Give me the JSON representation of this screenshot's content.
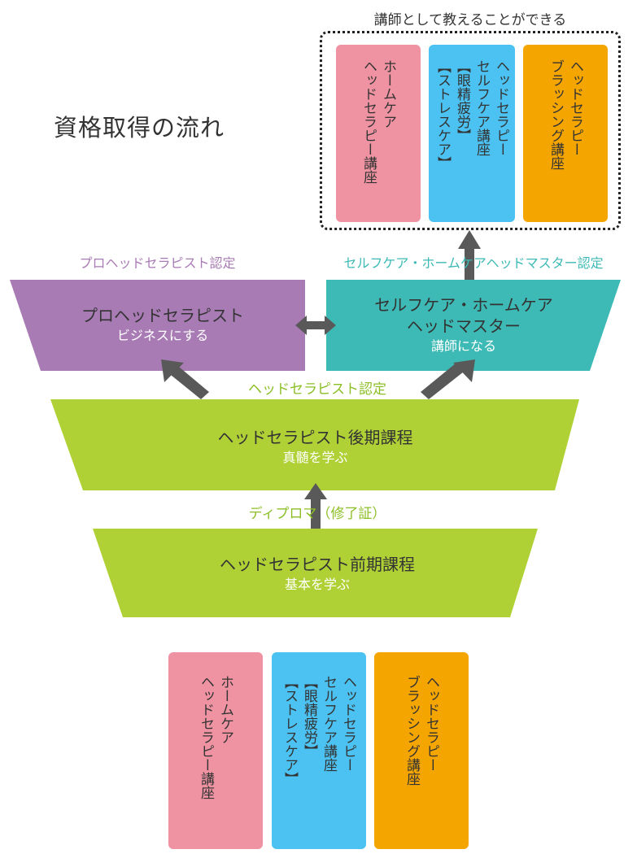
{
  "title": "資格取得の流れ",
  "top_group": {
    "label": "講師として教えることができる",
    "cards": [
      {
        "text": "ホームケア\nヘッドセラピー講座",
        "color": "#ef93a2"
      },
      {
        "text": "ヘッドセラピー\nセルフケア講座\n【眼精疲労】\n【ストレスケア】",
        "color": "#4cc2f2"
      },
      {
        "text": "ヘッドセラピー\nブラッシング講座",
        "color": "#f5a500"
      }
    ]
  },
  "certifications": {
    "pro": "プロヘッドセラピスト認定",
    "selfcare": "セルフケア・ホームケアヘッドマスター認定",
    "therapist": "ヘッドセラピスト認定",
    "diploma": "ディプロマ（修了証）"
  },
  "pro_box": {
    "title": "プロヘッドセラピスト",
    "subtitle": "ビジネスにする",
    "color": "#a97bb5"
  },
  "master_box": {
    "title1": "セルフケア・ホームケア",
    "title2": "ヘッドマスター",
    "subtitle": "講師になる",
    "color": "#3dbab5"
  },
  "advanced": {
    "title": "ヘッドセラピスト後期課程",
    "subtitle": "真髄を学ぶ",
    "color": "#b0d136"
  },
  "basic": {
    "title": "ヘッドセラピスト前期課程",
    "subtitle": "基本を学ぶ",
    "color": "#b0d136"
  },
  "bottom_group": {
    "cards": [
      {
        "text": "ホームケア\nヘッドセラピー講座",
        "color": "#ef93a2"
      },
      {
        "text": "ヘッドセラピー\nセルフケア講座\n【眼精疲労】\n【ストレスケア】",
        "color": "#4cc2f2"
      },
      {
        "text": "ヘッドセラピー\nブラッシング講座",
        "color": "#f5a500"
      }
    ]
  },
  "colors": {
    "arrow": "#595959",
    "pro_caption": "#a97bb5",
    "master_caption": "#3dbab5",
    "green_caption": "#8cbf26"
  }
}
